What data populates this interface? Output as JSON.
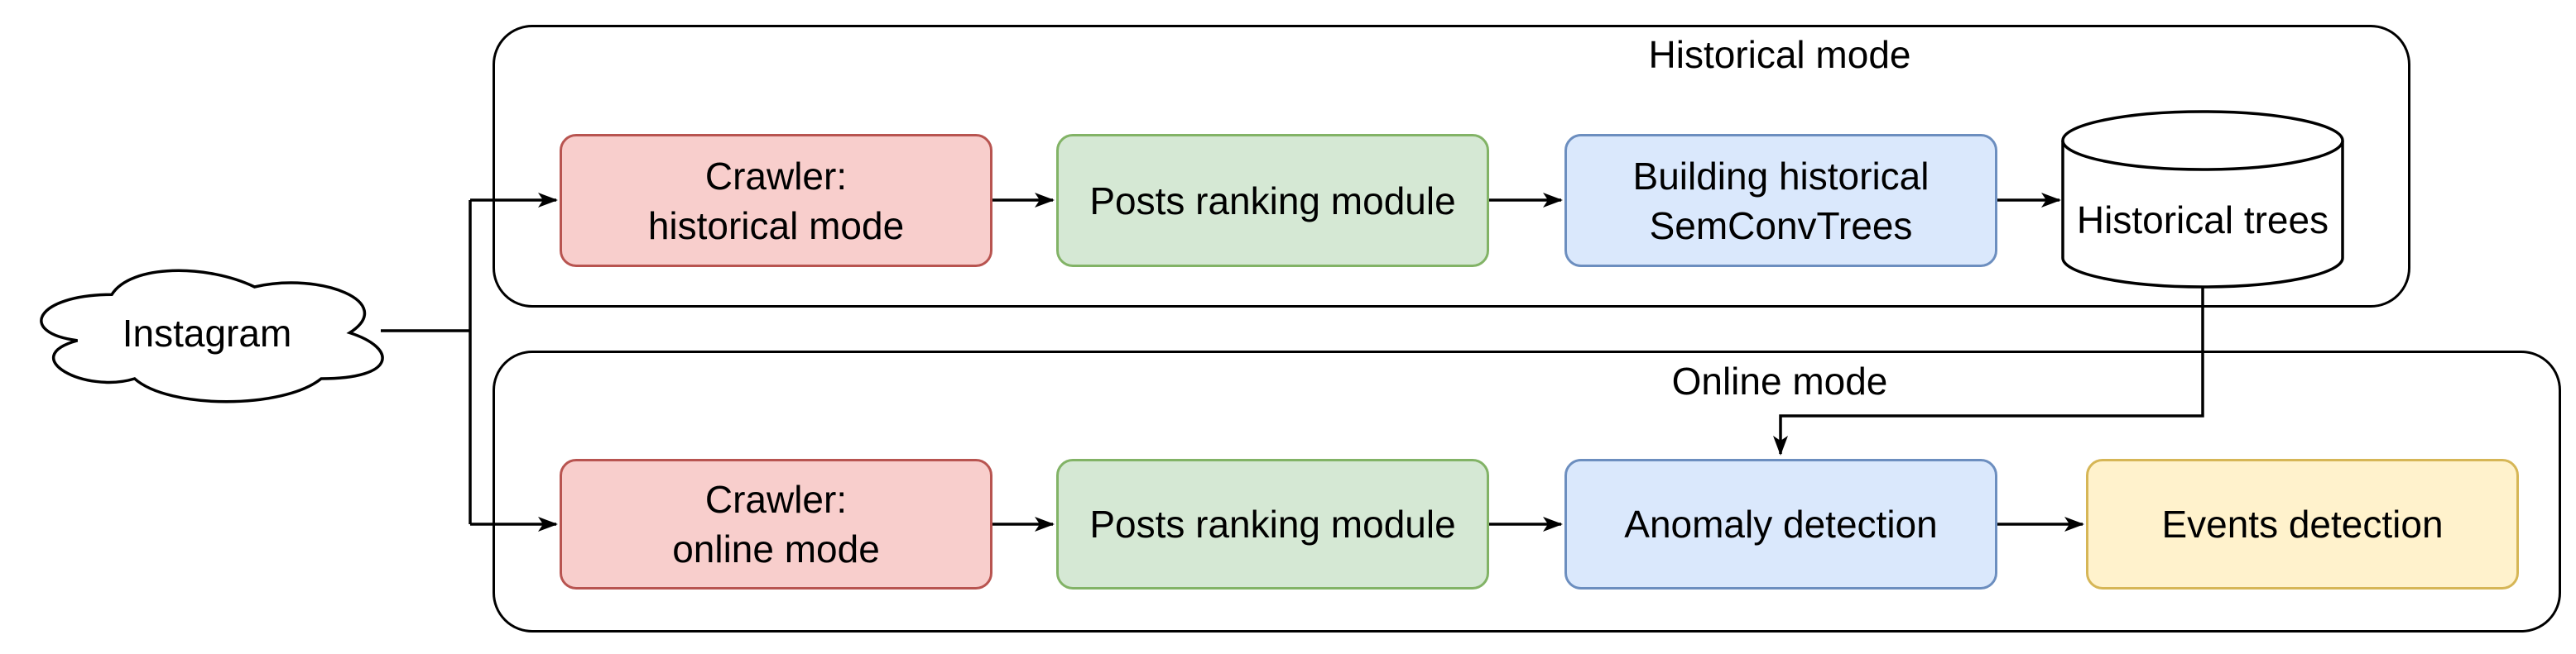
{
  "palette": {
    "red": {
      "fill": "#f8cecc",
      "stroke": "#b85450"
    },
    "green": {
      "fill": "#d5e8d4",
      "stroke": "#82b366"
    },
    "blue": {
      "fill": "#dae8fc",
      "stroke": "#6c8ebf"
    },
    "yellow": {
      "fill": "#fff2cc",
      "stroke": "#d6b656"
    },
    "outline": "#000000",
    "text": "#000000",
    "background": "#ffffff"
  },
  "cloud": {
    "label": "Instagram"
  },
  "groups": {
    "historical": {
      "label": "Historical mode"
    },
    "online": {
      "label": "Online mode"
    }
  },
  "nodes": {
    "crawler_historical": {
      "lines": [
        "Crawler:",
        "historical mode"
      ],
      "color": "red"
    },
    "posts_ranking_historical": {
      "label": "Posts ranking module",
      "color": "green"
    },
    "building_historical_semconvtrees": {
      "lines": [
        "Building historical",
        "SemConvTrees"
      ],
      "color": "blue"
    },
    "historical_trees": {
      "label": "Historical trees",
      "shape": "cylinder"
    },
    "crawler_online": {
      "lines": [
        "Crawler:",
        "online mode"
      ],
      "color": "red"
    },
    "posts_ranking_online": {
      "label": "Posts ranking module",
      "color": "green"
    },
    "anomaly_detection": {
      "label": "Anomaly detection",
      "color": "blue"
    },
    "events_detection": {
      "label": "Events detection",
      "color": "yellow"
    }
  },
  "edges": [
    {
      "from": "instagram",
      "to": "crawler_historical"
    },
    {
      "from": "instagram",
      "to": "crawler_online"
    },
    {
      "from": "crawler_historical",
      "to": "posts_ranking_historical"
    },
    {
      "from": "posts_ranking_historical",
      "to": "building_historical_semconvtrees"
    },
    {
      "from": "building_historical_semconvtrees",
      "to": "historical_trees"
    },
    {
      "from": "historical_trees",
      "to": "anomaly_detection"
    },
    {
      "from": "crawler_online",
      "to": "posts_ranking_online"
    },
    {
      "from": "posts_ranking_online",
      "to": "anomaly_detection"
    },
    {
      "from": "anomaly_detection",
      "to": "events_detection"
    }
  ]
}
